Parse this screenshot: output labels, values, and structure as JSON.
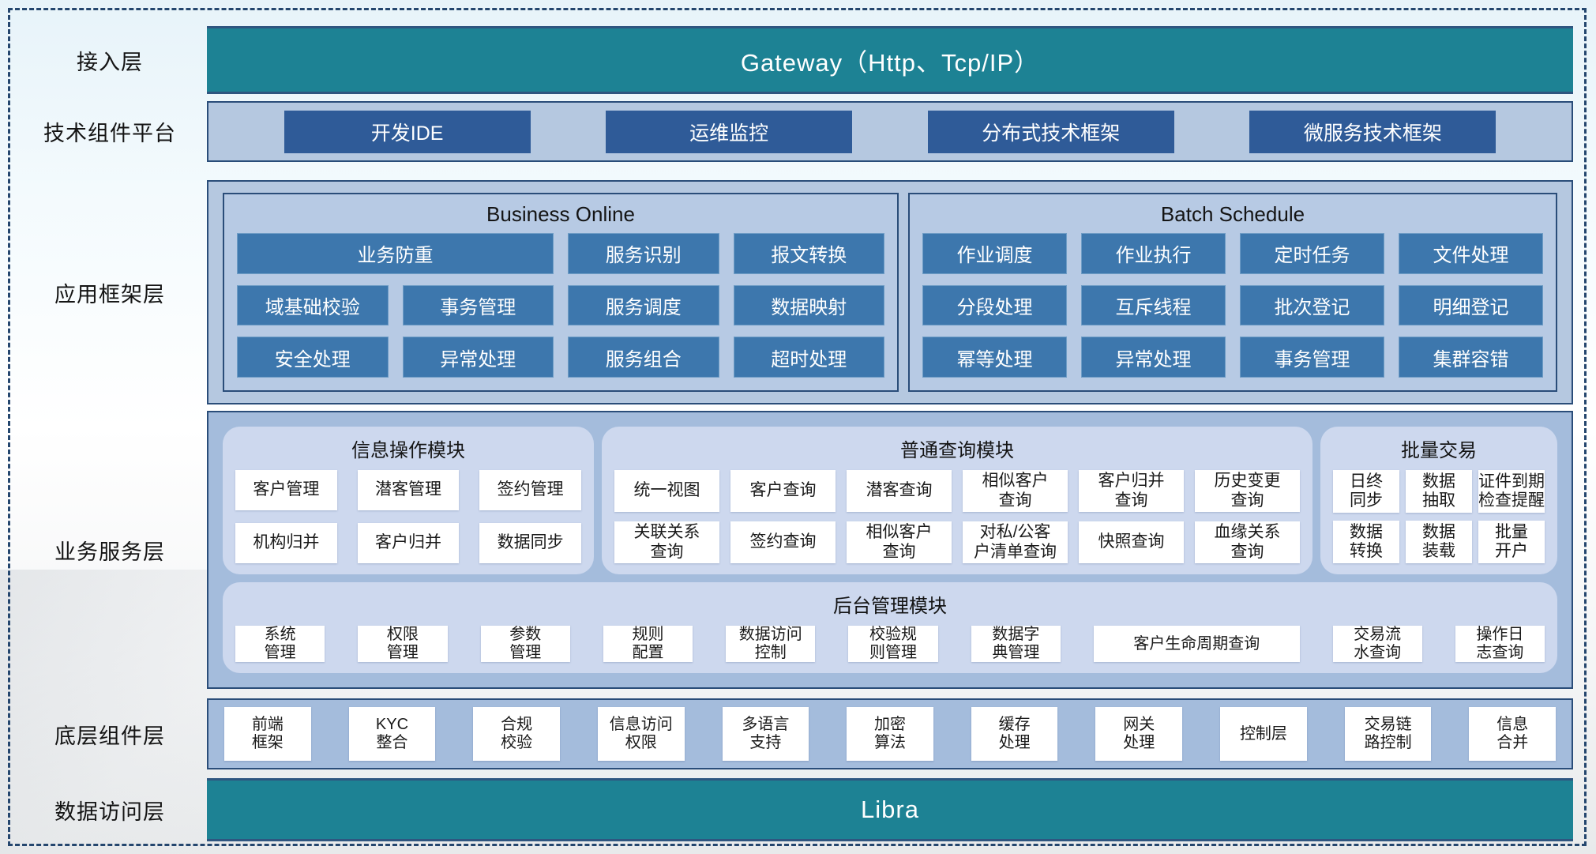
{
  "layers": {
    "access": "接入层",
    "tech": "技术组件平台",
    "app": "应用框架层",
    "business": "业务服务层",
    "base": "底层组件层",
    "data": "数据访问层"
  },
  "access": {
    "gateway": "Gateway（Http、Tcp/IP）"
  },
  "tech": {
    "items": [
      "开发IDE",
      "运维监控",
      "分布式技术框架",
      "微服务技术框架"
    ]
  },
  "app": {
    "business_online": {
      "title": "Business Online",
      "cells": [
        {
          "label": "业务防重",
          "span": 2
        },
        "服务识别",
        "报文转换",
        "域基础校验",
        "事务管理",
        "服务调度",
        "数据映射",
        "安全处理",
        "异常处理",
        "服务组合",
        "超时处理"
      ]
    },
    "batch_schedule": {
      "title": "Batch Schedule",
      "cells": [
        "作业调度",
        "作业执行",
        "定时任务",
        "文件处理",
        "分段处理",
        "互斥线程",
        "批次登记",
        "明细登记",
        "幂等处理",
        "异常处理",
        "事务管理",
        "集群容错"
      ]
    }
  },
  "business": {
    "info_module": {
      "title": "信息操作模块",
      "cells": [
        "客户管理",
        "潜客管理",
        "签约管理",
        "机构归并",
        "客户归并",
        "数据同步"
      ]
    },
    "query_module": {
      "title": "普通查询模块",
      "cells": [
        "统一视图",
        "客户查询",
        "潜客查询",
        "相似客户\n查询",
        "客户归并\n查询",
        "历史变更\n查询",
        "关联关系\n查询",
        "签约查询",
        "相似客户\n查询",
        "对私/公客\n户清单查询",
        "快照查询",
        "血缘关系\n查询"
      ]
    },
    "batch_tx": {
      "title": "批量交易",
      "cells": [
        "日终\n同步",
        "数据\n抽取",
        "证件到期\n检查提醒",
        "数据\n转换",
        "数据\n装载",
        "批量\n开户"
      ]
    },
    "admin_module": {
      "title": "后台管理模块",
      "cells": [
        "系统\n管理",
        "权限\n管理",
        "参数\n管理",
        "规则\n配置",
        "数据访问\n控制",
        "校验规\n则管理",
        "数据字\n典管理",
        {
          "label": "客户生命周期查询",
          "wide": true
        },
        "交易流\n水查询",
        "操作日\n志查询"
      ]
    }
  },
  "base": {
    "items": [
      "前端\n框架",
      "KYC\n整合",
      "合规\n校验",
      "信息访问\n权限",
      "多语言\n支持",
      "加密\n算法",
      "缓存\n处理",
      "网关\n处理",
      "控制层",
      "交易链\n路控制",
      "信息\n合并"
    ]
  },
  "data_access": {
    "label": "Libra"
  },
  "colors": {
    "teal": "#1d8294",
    "container_light": "#b5c8e0",
    "container_mid": "#a4bcdc",
    "panel": "#cdd8ee",
    "dark_button": "#2f5b98",
    "app_button": "#3d77ad",
    "border": "#2a4d79"
  }
}
